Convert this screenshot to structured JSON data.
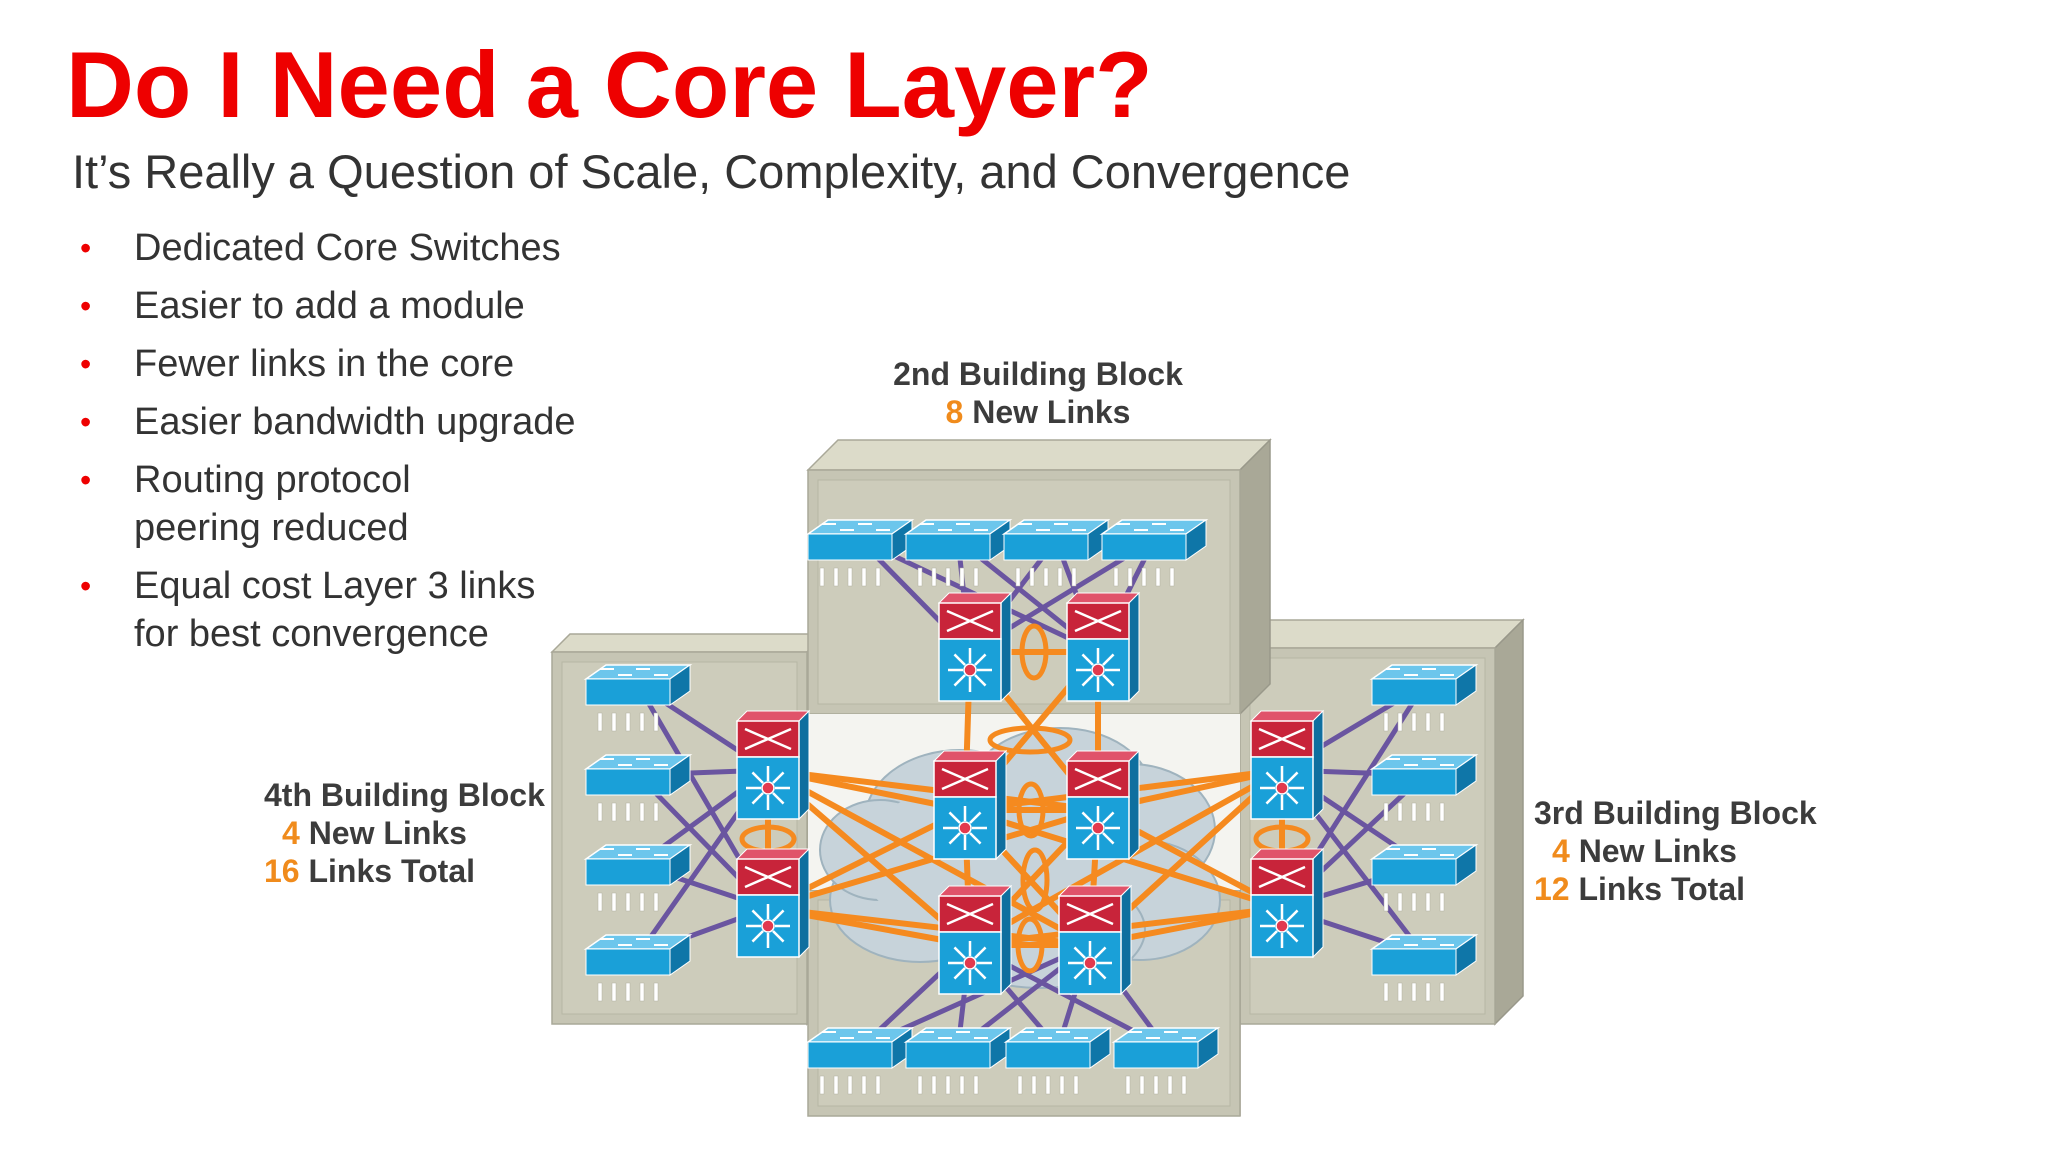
{
  "slide": {
    "title": "Do I Need a Core Layer?",
    "subtitle": "It’s Really a Question of Scale, Complexity, and Convergence",
    "bullets": [
      {
        "lines": [
          "Dedicated Core Switches"
        ]
      },
      {
        "lines": [
          "Easier to add a module"
        ]
      },
      {
        "lines": [
          "Fewer links in the core"
        ]
      },
      {
        "lines": [
          "Easier bandwidth upgrade"
        ]
      },
      {
        "lines": [
          "Routing protocol",
          "peering reduced"
        ]
      },
      {
        "lines": [
          "Equal cost Layer 3 links",
          "for best convergence"
        ]
      }
    ]
  },
  "blocks": {
    "second": {
      "title": "2nd Building Block",
      "new_count": "8",
      "new_label": "New Links"
    },
    "third": {
      "title": "3rd Building Block",
      "new_count": "4",
      "new_label": "New Links",
      "total_count": "12",
      "total_label": "Links Total"
    },
    "fourth": {
      "title": "4th Building Block",
      "new_count": "4",
      "new_label": "New Links",
      "total_count": "16",
      "total_label": "Links Total"
    }
  },
  "icons": {
    "access_switch": "workgroup-switch-icon",
    "layer3_switch": "multilayer-switch-icon",
    "core_cloud": "cloud-icon"
  },
  "colors": {
    "title": "#ee0000",
    "bullet": "#ee0000",
    "highlight_number": "#f08b1c",
    "core_link": "#f58a1f",
    "access_link": "#6a55a0",
    "switch_blue": "#1aa0d8",
    "router_red": "#c8243a",
    "block_gray": "#c6c5b4",
    "cloud": "#c7d3da"
  }
}
